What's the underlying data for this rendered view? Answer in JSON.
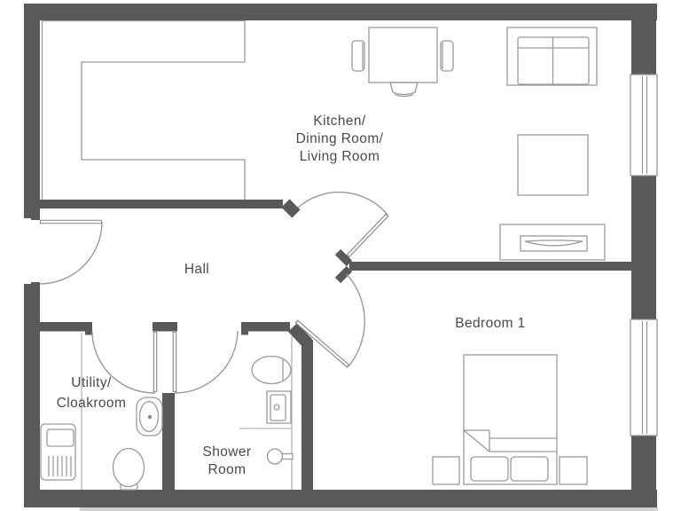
{
  "title": "Apartment floor plan",
  "colors": {
    "wall": "#595959",
    "furniture_line": "#9a9a9a",
    "label": "#4a4a4a",
    "background": "#ffffff",
    "shadow": "#cfcfcf"
  },
  "rooms": [
    {
      "id": "kitchen-dining-living",
      "lines": [
        "Kitchen/",
        "Dining Room/",
        "Living Room"
      ]
    },
    {
      "id": "hall",
      "lines": [
        "Hall"
      ]
    },
    {
      "id": "utility-cloakroom",
      "lines": [
        "Utility/",
        "Cloakroom"
      ]
    },
    {
      "id": "shower-room",
      "lines": [
        "Shower",
        "Room"
      ]
    },
    {
      "id": "bedroom-1",
      "lines": [
        "Bedroom 1"
      ]
    }
  ],
  "fixtures": [
    "kitchen-counter",
    "dining-table",
    "dining-chair",
    "sofa",
    "rug-square",
    "tv-unit",
    "double-bed",
    "pillow",
    "nightstand",
    "washing-machine",
    "toilet",
    "basin",
    "shower-head",
    "window",
    "door"
  ],
  "counts": {
    "windows": "2",
    "doors": "5"
  }
}
